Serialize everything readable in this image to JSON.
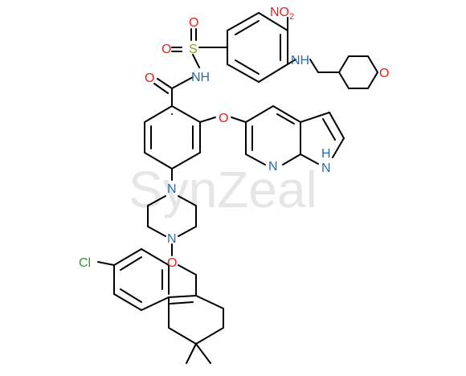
{
  "watermark": "SynZeal",
  "colors": {
    "bond": "#000000",
    "nitrogen": "#1d6fb8",
    "oxygen": "#e8211d",
    "sulfur": "#9a9a1a",
    "chlorine": "#2f9a2f",
    "watermark": "#d6d6d6"
  },
  "atoms": {
    "no2_n": "NO",
    "no2_sub": "2",
    "nh_amine": "NH",
    "o_pyran": "O",
    "s_sulfonyl": "S",
    "o_sulfonyl_top": "O",
    "o_sulfonyl_left": "O",
    "nh_sulfonamide": "NH",
    "o_carbonyl": "O",
    "o_ether": "O",
    "n_pyridine": "N",
    "nh_pyrrole_h": "H",
    "nh_pyrrole_n": "N",
    "n_piperazine_top": "N",
    "n_piperazine_bottom": "N",
    "o_noxide": "O",
    "cl": "Cl"
  }
}
